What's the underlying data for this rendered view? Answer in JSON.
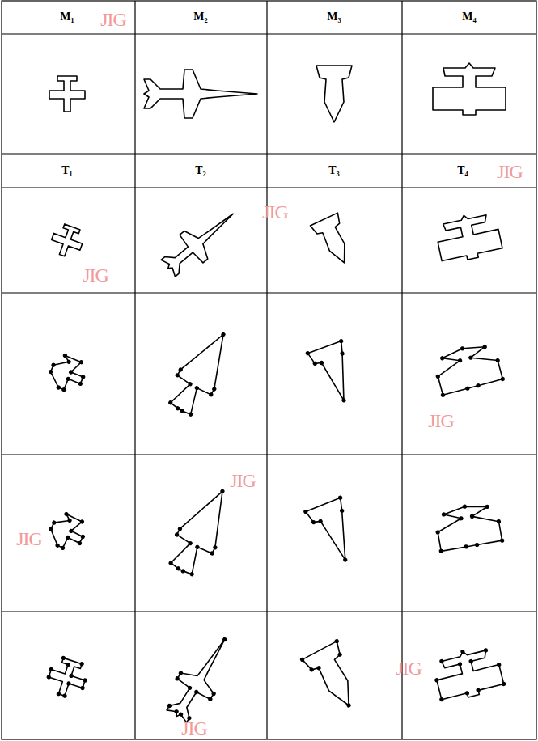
{
  "diagram": {
    "labels": [
      "M₁",
      "JIG",
      "M₂",
      "M₃",
      "M₄",
      "T₁",
      "T₂",
      "T₃",
      "T₄",
      "JIG",
      "JIG",
      "JIG",
      "JIG",
      "JIG",
      "JIG",
      "JIG",
      "JIG"
    ]
  }
}
